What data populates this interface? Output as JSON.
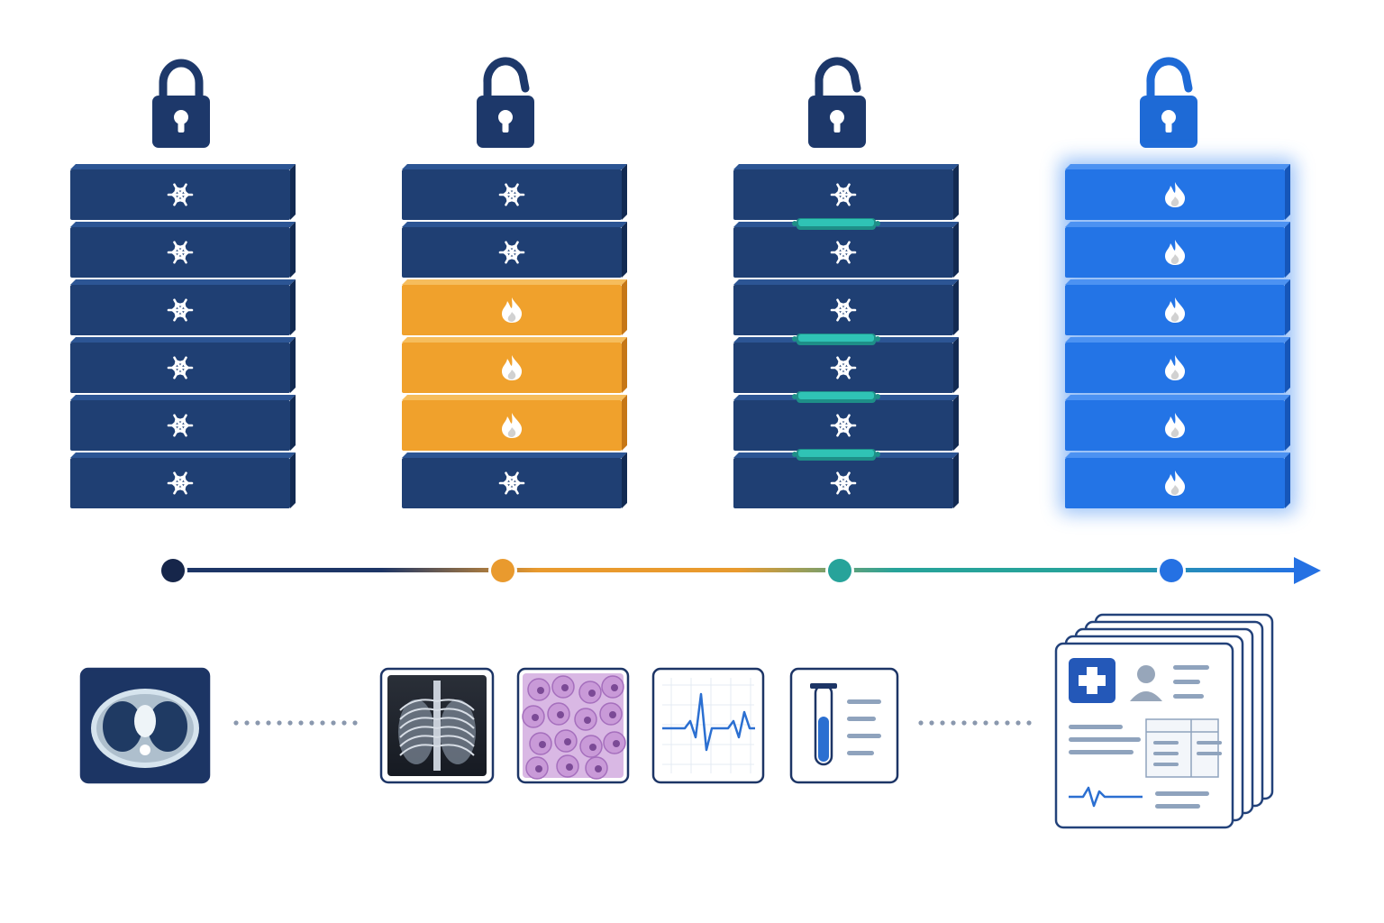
{
  "colors": {
    "frozen": "#1f3f73",
    "active": "#f0a12c",
    "adapter": "#2fc3b5",
    "full": "#2374e6",
    "lock": "#1d386a",
    "lock_open_full": "#1e6ad6",
    "line_dark": "#1d3566",
    "line_orange": "#e99a2e",
    "line_teal": "#27a39a",
    "line_blue": "#2571e3"
  },
  "stages": [
    {
      "id": "frozen",
      "lock": "closed-lock-icon",
      "layers": [
        "frozen",
        "frozen",
        "frozen",
        "frozen",
        "frozen",
        "frozen"
      ],
      "adapters": [],
      "glow": false
    },
    {
      "id": "partial",
      "lock": "open-lock-icon",
      "layers": [
        "frozen",
        "frozen",
        "active",
        "active",
        "active",
        "frozen"
      ],
      "adapters": [],
      "glow": false
    },
    {
      "id": "adapter",
      "lock": "open-lock-icon",
      "layers": [
        "frozen",
        "frozen",
        "frozen",
        "frozen",
        "frozen",
        "frozen"
      ],
      "adapters": [
        1,
        3,
        4,
        5
      ],
      "glow": false
    },
    {
      "id": "full",
      "lock": "open-lock-icon",
      "layers": [
        "full",
        "full",
        "full",
        "full",
        "full",
        "full"
      ],
      "adapters": [],
      "glow": true
    }
  ],
  "layer_icons": {
    "frozen": "snowflake-icon",
    "active": "flame-icon",
    "full": "flame-icon"
  },
  "timeline": {
    "nodes": [
      "dark",
      "orange",
      "teal",
      "blue"
    ],
    "arrow": "arrow-right-icon"
  },
  "modalities": [
    {
      "name": "ct-scan-icon",
      "style": "dark"
    },
    {
      "name": "xray-icon",
      "style": "light"
    },
    {
      "name": "histology-icon",
      "style": "light"
    },
    {
      "name": "ecg-icon",
      "style": "light"
    },
    {
      "name": "lab-test-icon",
      "style": "light"
    },
    {
      "name": "health-record-stack-icon",
      "style": "records"
    }
  ]
}
